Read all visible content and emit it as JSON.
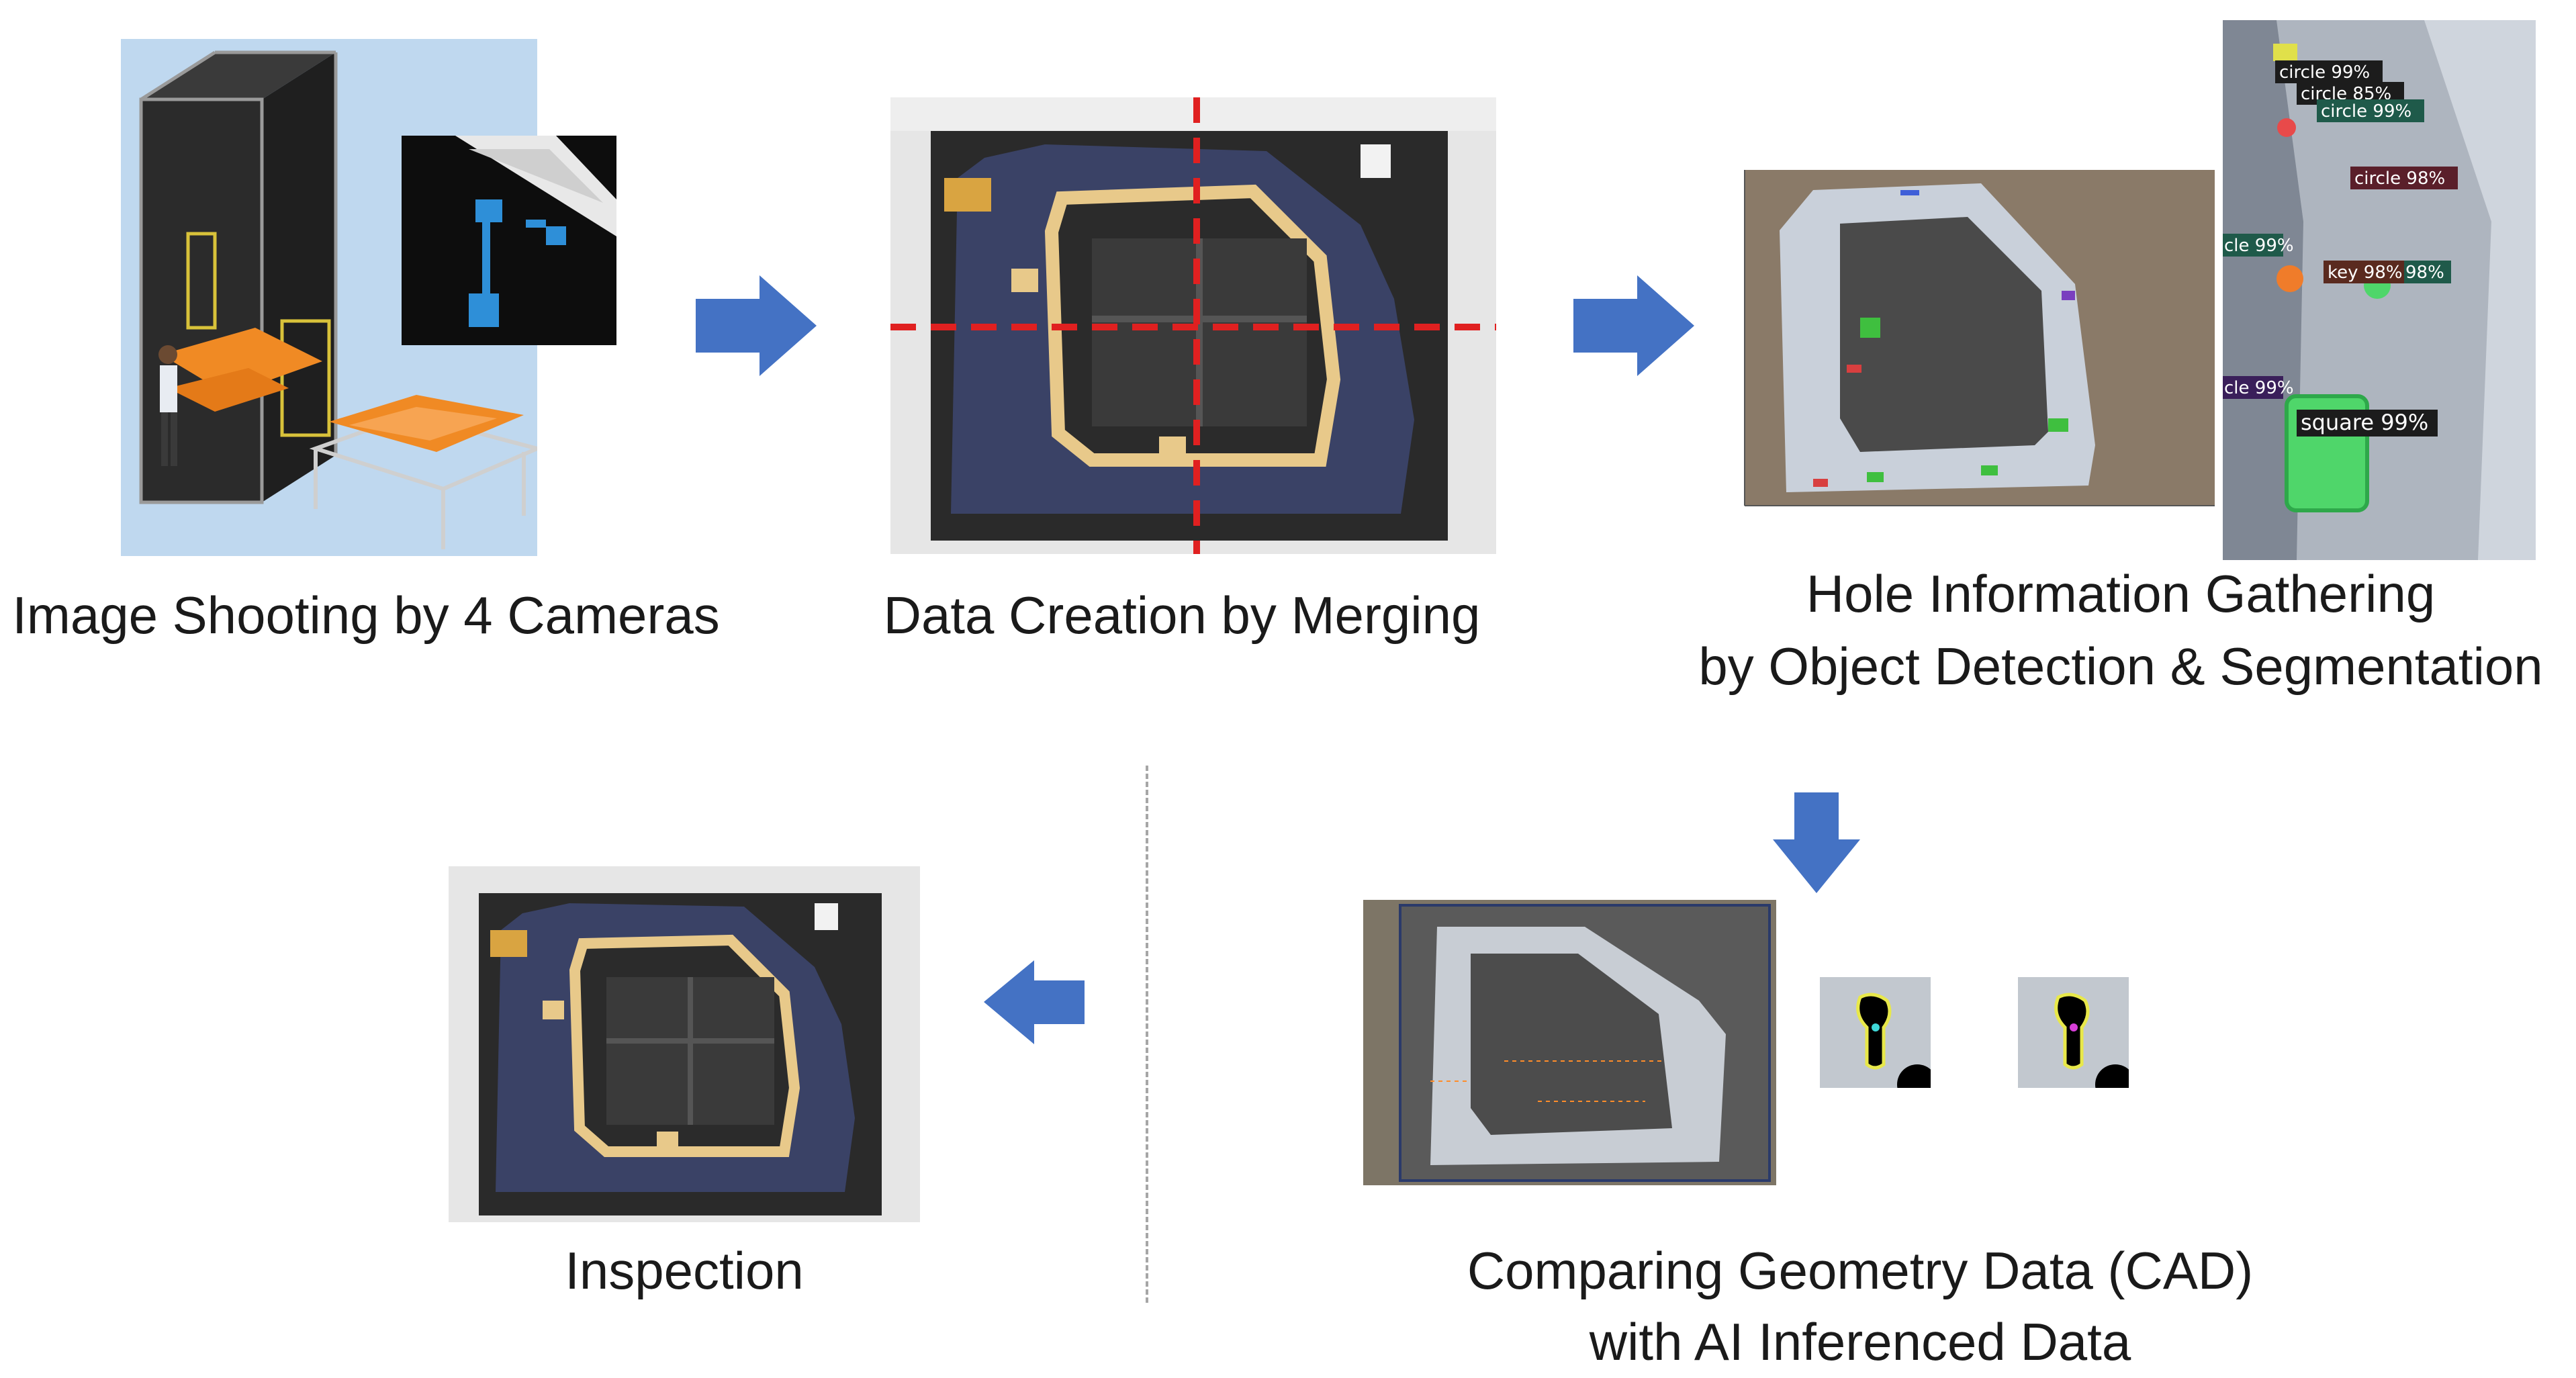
{
  "steps": [
    {
      "id": "shooting",
      "caption": "Image Shooting by 4 Cameras"
    },
    {
      "id": "merging",
      "caption": "Data Creation by Merging"
    },
    {
      "id": "detection",
      "caption_line1": "Hole Information Gathering",
      "caption_line2": "by Object Detection & Segmentation"
    },
    {
      "id": "comparing",
      "caption_line1": "Comparing Geometry Data (CAD)",
      "caption_line2": "with AI Inferenced Data"
    },
    {
      "id": "inspection",
      "caption": "Inspection"
    }
  ],
  "detection_labels": [
    "circle 99%",
    "circle 85%",
    "circle 99%",
    "circle 98%",
    "key 98%",
    "98%",
    "cle 99%",
    "cle 99%",
    "square 99%"
  ],
  "colors": {
    "arrow": "#4472c4",
    "divider": "#a6a6a6",
    "merge_line": "#e02020",
    "fixture_bg": "#e6e6e6",
    "door_frame": "#3a4266",
    "camera_bg": "#bfd8ef",
    "frame_orange": "#f08a24",
    "camera_blue": "#2e8fd8"
  },
  "icons": [
    "arrow-right-icon",
    "arrow-down-icon",
    "arrow-left-icon",
    "camera-icon"
  ]
}
